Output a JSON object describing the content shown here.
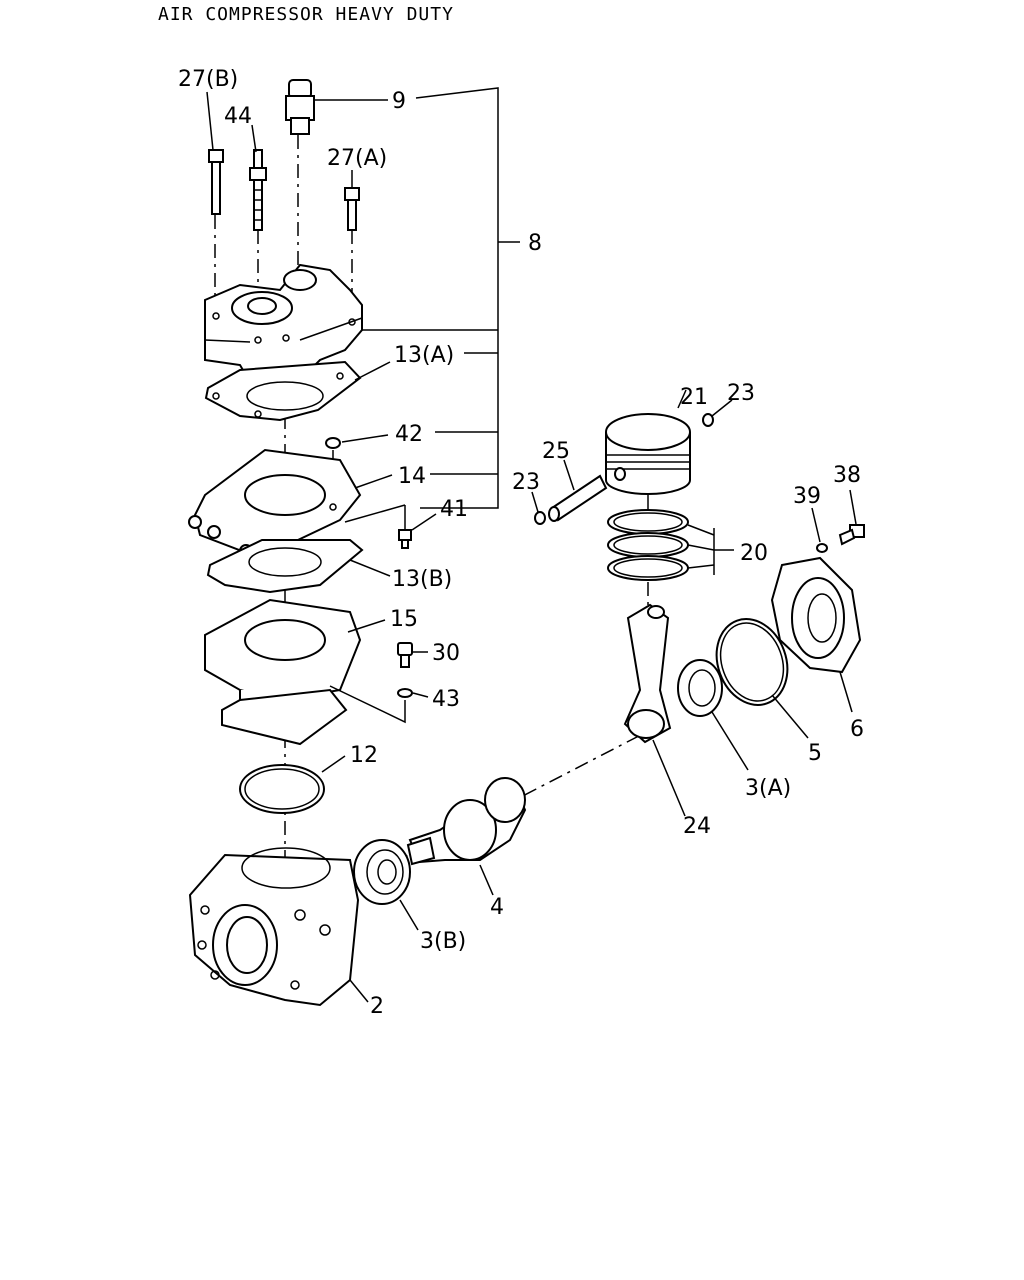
{
  "title": "AIR COMPRESSOR HEAVY DUTY",
  "labels": {
    "p27b": "27(B)",
    "p44": "44",
    "p9": "9",
    "p27a": "27(A)",
    "p8": "8",
    "p13a": "13(A)",
    "p21": "21",
    "p23_top": "23",
    "p42": "42",
    "p25": "25",
    "p14": "14",
    "p23_left": "23",
    "p41": "41",
    "p38": "38",
    "p39": "39",
    "p20": "20",
    "p13b": "13(B)",
    "p15": "15",
    "p30": "30",
    "p43": "43",
    "p6": "6",
    "p12": "12",
    "p5": "5",
    "p3a": "3(A)",
    "p24": "24",
    "p4": "4",
    "p3b": "3(B)",
    "p2": "2"
  }
}
